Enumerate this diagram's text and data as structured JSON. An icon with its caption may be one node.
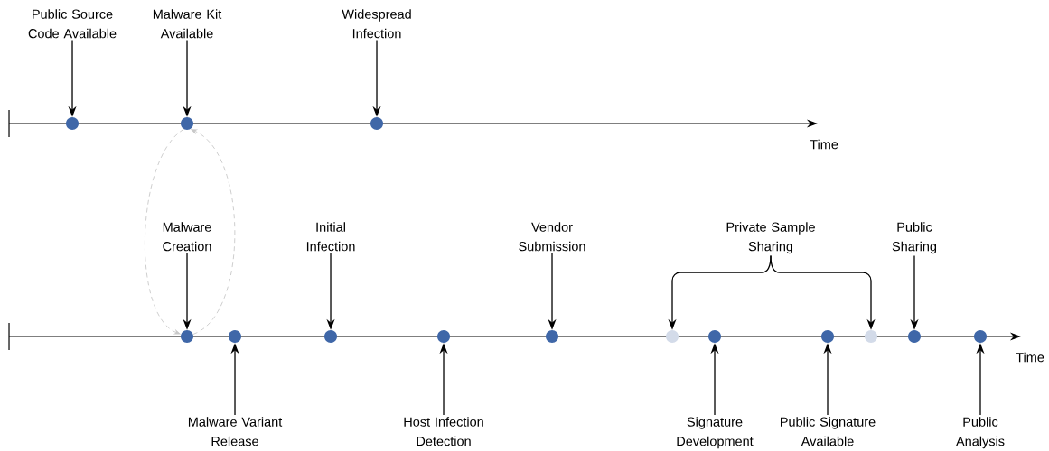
{
  "diagram": {
    "nodes": [
      {
        "text": [
          "Public Source Code Available"
        ]
      },
      {
        "text": [
          "Malware Kit Available"
        ]
      },
      {
        "text": [
          "Widespread Infection"
        ]
      },
      {
        "text": [],
        "shape": "circle"
      },
      {
        "text": [],
        "shape": "circle"
      },
      {
        "text": [],
        "shape": "circle"
      },
      {
        "text": [
          "Malware Creation"
        ]
      },
      {
        "text": [
          "Initial Infection"
        ]
      },
      {
        "text": [
          "Vendor Submission"
        ]
      },
      {
        "text": [
          "Private Sample Sharing"
        ]
      },
      {
        "text": [
          "Public Sharing"
        ]
      },
      {
        "text": [],
        "shape": "circle"
      },
      {
        "text": [],
        "shape": "circle"
      },
      {
        "text": [],
        "shape": "circle"
      },
      {
        "text": [],
        "shape": "circle"
      },
      {
        "text": [],
        "shape": "circle"
      },
      {
        "text": [],
        "shape": "circle"
      },
      {
        "text": [],
        "shape": "circle"
      },
      {
        "text": [],
        "shape": "circle"
      },
      {
        "text": [],
        "shape": "circle"
      },
      {
        "text": [],
        "shape": "circle"
      },
      {
        "text": [],
        "shape": "circle"
      },
      {
        "text": [
          "Malware Variant Release"
        ]
      },
      {
        "text": [
          "Host Infection Detection"
        ]
      },
      {
        "text": [
          "Signature Development"
        ]
      },
      {
        "text": [
          "Public Signature Available"
        ]
      },
      {
        "text": [
          "Public Analysis"
        ]
      }
    ],
    "edges": [
      {
        "from": 0,
        "to": 3,
        "arrow": "to"
      },
      {
        "from": 1,
        "to": 4,
        "arrow": "to"
      },
      {
        "from": 2,
        "to": 5,
        "arrow": "to"
      },
      {
        "from": 4,
        "to": 11,
        "arrow": "to",
        "style": "dashed",
        "color": "#c8c8c8"
      },
      {
        "from": 11,
        "to": 4,
        "arrow": "to",
        "style": "dashed",
        "color": "#c8c8c8"
      },
      {
        "from": 6,
        "to": 11,
        "arrow": "to"
      },
      {
        "from": 7,
        "to": 13,
        "arrow": "to"
      },
      {
        "from": 8,
        "to": 15,
        "arrow": "to"
      },
      {
        "from": 9,
        "to": 16,
        "arrow": "to"
      },
      {
        "from": 9,
        "to": 19,
        "arrow": "to"
      },
      {
        "from": 10,
        "to": 20,
        "arrow": "to"
      },
      {
        "from": 22,
        "to": 12,
        "arrow": "to"
      },
      {
        "from": 23,
        "to": 14,
        "arrow": "to"
      },
      {
        "from": 24,
        "to": 17,
        "arrow": "to"
      },
      {
        "from": 25,
        "to": 18,
        "arrow": "to"
      },
      {
        "from": 26,
        "to": 21,
        "arrow": "to"
      }
    ],
    "labels": [
      "Time",
      "Time"
    ]
  }
}
